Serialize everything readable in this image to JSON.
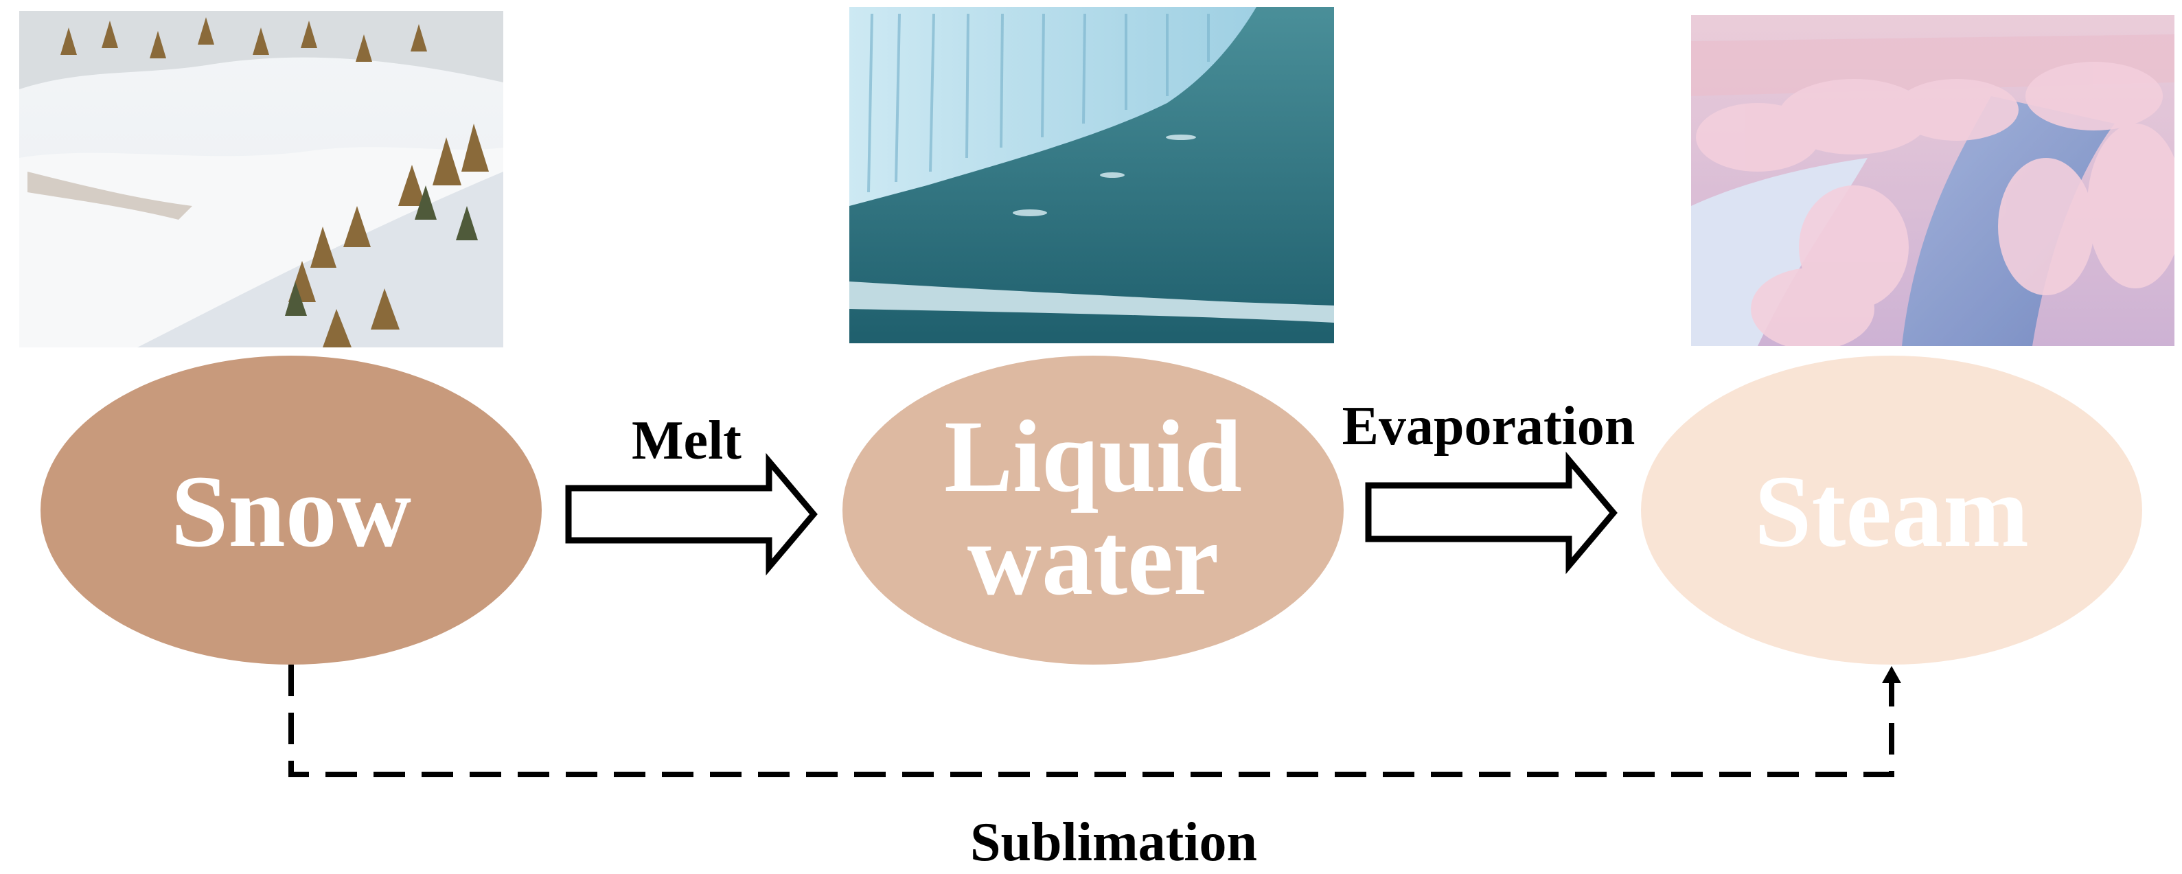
{
  "nodes": {
    "snow": {
      "label": "Snow",
      "fill": "#c89a7c",
      "photo": "snowy-mountain-slope"
    },
    "liquid": {
      "label_line1": "Liquid",
      "label_line2": "water",
      "fill": "#ddb9a1",
      "photo": "glacier-over-water"
    },
    "steam": {
      "label": "Steam",
      "fill": "#f9e4d5",
      "photo": "frosty-river-mist"
    }
  },
  "transitions": {
    "melt": "Melt",
    "evaporation": "Evaporation",
    "sublimation": "Sublimation"
  },
  "colors": {
    "ink": "#000000",
    "text_on_node": "#ffffff"
  }
}
